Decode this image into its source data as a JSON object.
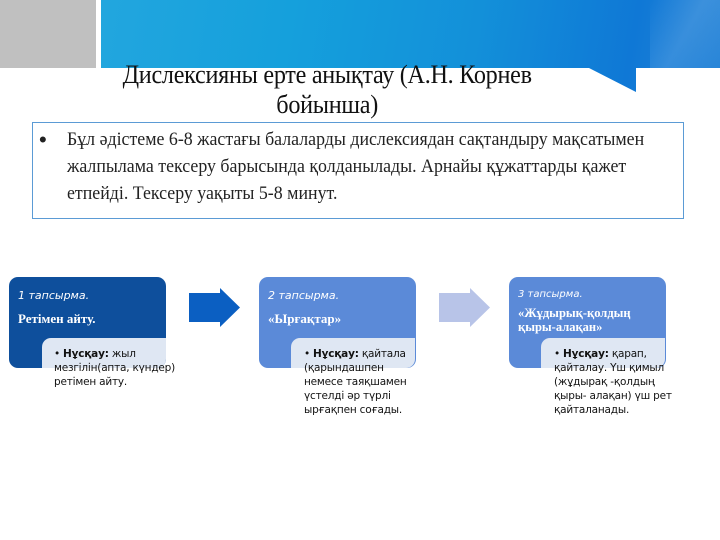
{
  "header": {
    "title": "Дислексияны ерте анықтау (А.Н. Корнев бойынша)",
    "colors": {
      "banner_start": "#22a6de",
      "banner_end": "#0f78d6",
      "gray_block": "#c0c0c0"
    }
  },
  "description": {
    "bullet": "•",
    "text": "Бұл әдістеме 6-8 жастағы балаларды  дислексиядан сақтандыру мақсатымен жалпылама тексеру барысында қолданылады. Арнайы құжаттарды қажет етпейді. Тексеру уақыты 5-8  минут.",
    "border_color": "#5b9bd5"
  },
  "tasks": [
    {
      "label": "1 тапсырма.",
      "title": "Ретімен айту.",
      "instruction_label": "Нұсқау:",
      "instruction_text": " жыл мезгілін(апта, күндер) ретімен айту.",
      "color": "#0e4f9c"
    },
    {
      "label": "2 тапсырма.",
      "title": "«Ырғақтар»",
      "instruction_label": "Нұсқау:",
      "instruction_text": " қайтала (қарындашпен немесе таяқшамен үстелді әр түрлі ырғақпен соғады.",
      "color": "#5b8ad8"
    },
    {
      "label": "3 тапсырма.",
      "title": "«Жұдырық-қолдың қыры-алақан»",
      "instruction_label": "Нұсқау:",
      "instruction_text": "  қарап, қайталау. Үш қимыл (жұдырақ -қолдың қыры- алақан)  үш рет қайталанады.",
      "color": "#5b8ad8"
    }
  ],
  "arrows": [
    {
      "icon": "arrow-right-icon",
      "color": "#0b5fc2"
    },
    {
      "icon": "arrow-right-icon",
      "color": "#b8c4e8"
    }
  ]
}
